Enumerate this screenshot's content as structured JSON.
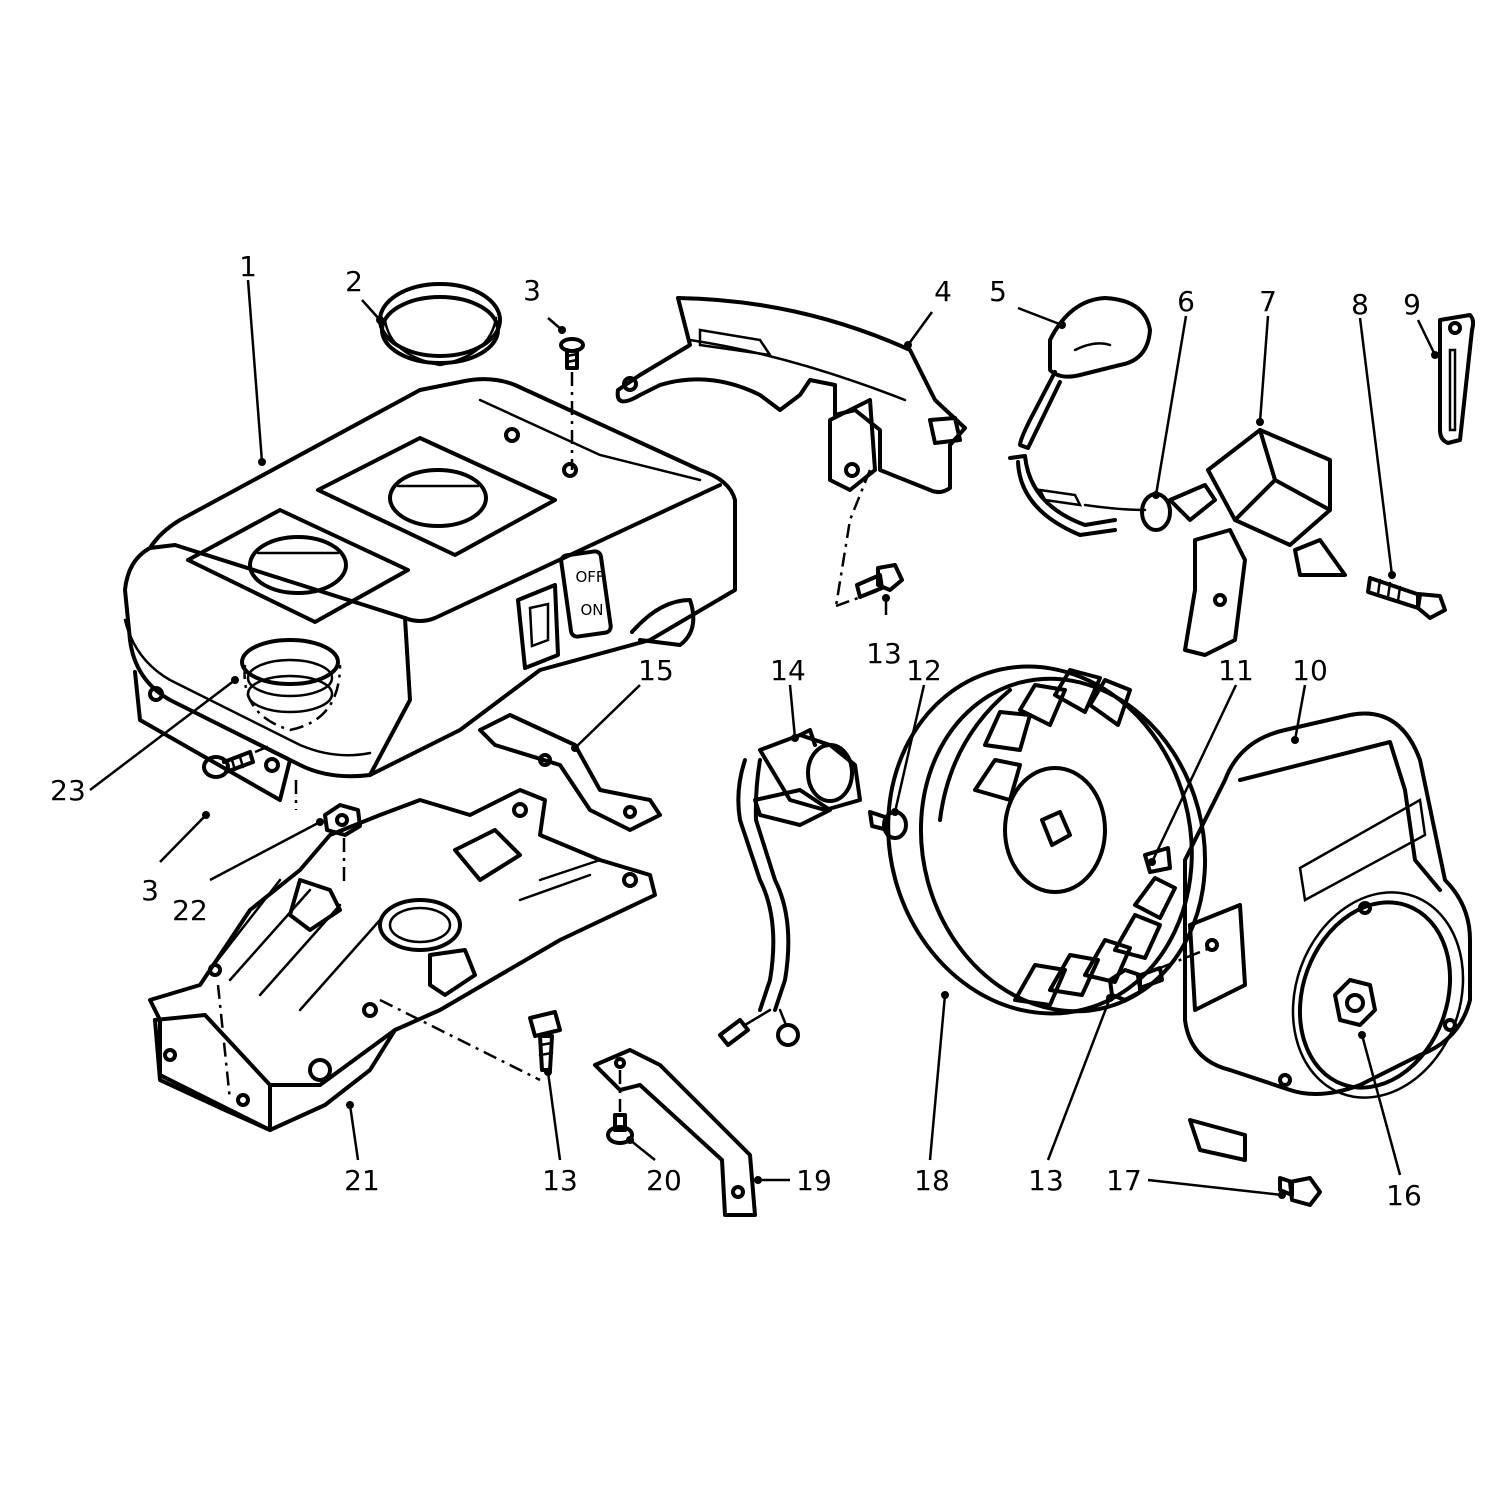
{
  "callouts": {
    "c1": "1",
    "c2": "2",
    "c3a": "3",
    "c3b": "3",
    "c4": "4",
    "c5": "5",
    "c6": "6",
    "c7": "7",
    "c8": "8",
    "c9": "9",
    "c10": "10",
    "c11": "11",
    "c12": "12",
    "c13a": "13",
    "c13b": "13",
    "c13c": "13",
    "c14": "14",
    "c15": "15",
    "c16": "16",
    "c17": "17",
    "c18": "18",
    "c19": "19",
    "c20": "20",
    "c21": "21",
    "c22": "22",
    "c23": "23"
  },
  "switch_labels": {
    "off": "OFF",
    "on": "ON"
  }
}
